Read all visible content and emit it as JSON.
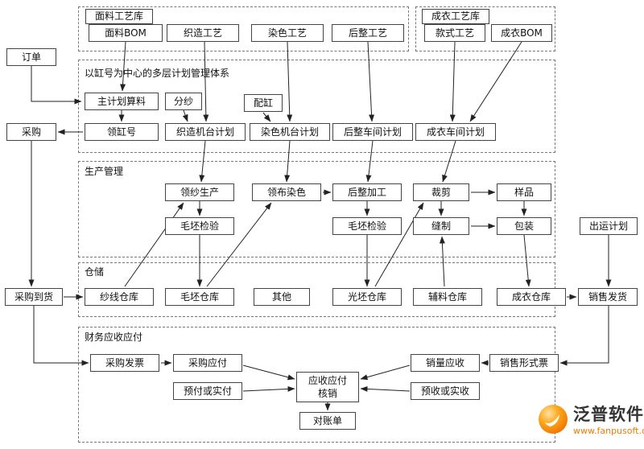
{
  "groups": {
    "fabric_lib": "面料工艺库",
    "garment_lib": "成衣工艺库",
    "plan": "以缸号为中心的多层计划管理体系",
    "production": "生产管理",
    "warehouse": "仓储",
    "finance": "财务应收应付"
  },
  "nodes": {
    "order": "订单",
    "fabric_bom": "面料BOM",
    "weaving_process": "织造工艺",
    "dyeing_process": "染色工艺",
    "finishing_process": "后整工艺",
    "style_process": "款式工艺",
    "garment_bom": "成衣BOM",
    "master_plan": "主计划算料",
    "yarn_split": "分纱",
    "vat_match": "配缸",
    "vat_no": "领缸号",
    "weaving_machine_plan": "织造机台计划",
    "dyeing_machine_plan": "染色机台计划",
    "finishing_workshop_plan": "后整车间计划",
    "garment_workshop_plan": "成衣车间计划",
    "purchase": "采购",
    "yarn_production": "领纱生产",
    "fabric_dyeing": "领布染色",
    "finishing_work": "后整加工",
    "cutting": "裁剪",
    "sample": "样品",
    "grey_inspect_1": "毛坯检验",
    "grey_inspect_2": "毛坯检验",
    "sewing": "缝制",
    "packing": "包装",
    "shipment_plan": "出运计划",
    "yarn_wh": "纱线仓库",
    "grey_wh": "毛坯仓库",
    "other_wh": "其他",
    "finished_grey_wh": "光坯仓库",
    "accessory_wh": "辅料仓库",
    "garment_wh": "成衣仓库",
    "purchase_arrival": "采购到货",
    "sales_delivery": "销售发货",
    "purchase_invoice": "采购发票",
    "purchase_payable": "采购应付",
    "prepay": "预付或实付",
    "verification_line1": "应收应付",
    "verification_line2": "核销",
    "sales_receivable": "销量应收",
    "sales_proforma": "销售形式票",
    "prereceive": "预收或实收",
    "statement": "对账单"
  },
  "edges": [
    {
      "from": "fabric_bom",
      "to": "master_plan"
    },
    {
      "from": "weaving_process",
      "to": "weaving_machine_plan"
    },
    {
      "from": "dyeing_process",
      "to": "dyeing_machine_plan"
    },
    {
      "from": "finishing_process",
      "to": "finishing_workshop_plan"
    },
    {
      "from": "style_process",
      "to": "garment_workshop_plan"
    },
    {
      "from": "garment_bom",
      "to": "garment_workshop_plan"
    },
    {
      "from": "order",
      "to": "master_plan"
    },
    {
      "from": "master_plan",
      "to": "vat_no"
    },
    {
      "from": "yarn_split",
      "to": "weaving_machine_plan"
    },
    {
      "from": "vat_match",
      "to": "dyeing_machine_plan"
    },
    {
      "from": "vat_no",
      "to": "purchase"
    },
    {
      "from": "weaving_machine_plan",
      "to": "yarn_production"
    },
    {
      "from": "dyeing_machine_plan",
      "to": "fabric_dyeing"
    },
    {
      "from": "finishing_workshop_plan",
      "to": "finishing_work"
    },
    {
      "from": "garment_workshop_plan",
      "to": "cutting"
    },
    {
      "from": "purchase",
      "to": "purchase_arrival"
    },
    {
      "from": "yarn_production",
      "to": "grey_inspect_1"
    },
    {
      "from": "grey_inspect_1",
      "to": "grey_wh"
    },
    {
      "from": "fabric_dyeing",
      "to": "finishing_work"
    },
    {
      "from": "grey_wh",
      "to": "fabric_dyeing"
    },
    {
      "from": "yarn_wh",
      "to": "yarn_production"
    },
    {
      "from": "finishing_work",
      "to": "grey_inspect_2"
    },
    {
      "from": "grey_inspect_2",
      "to": "finished_grey_wh"
    },
    {
      "from": "finished_grey_wh",
      "to": "cutting"
    },
    {
      "from": "cutting",
      "to": "sewing"
    },
    {
      "from": "cutting",
      "to": "sample"
    },
    {
      "from": "sample",
      "to": "packing"
    },
    {
      "from": "sewing",
      "to": "packing"
    },
    {
      "from": "packing",
      "to": "garment_wh"
    },
    {
      "from": "accessory_wh",
      "to": "sewing"
    },
    {
      "from": "garment_wh",
      "to": "sales_delivery"
    },
    {
      "from": "shipment_plan",
      "to": "sales_delivery"
    },
    {
      "from": "purchase_arrival",
      "to": "yarn_wh"
    },
    {
      "from": "purchase_arrival",
      "to": "purchase_invoice"
    },
    {
      "from": "purchase_invoice",
      "to": "purchase_payable"
    },
    {
      "from": "purchase_payable",
      "to": "verification"
    },
    {
      "from": "prepay",
      "to": "verification"
    },
    {
      "from": "sales_receivable",
      "to": "verification"
    },
    {
      "from": "prereceive",
      "to": "verification"
    },
    {
      "from": "sales_proforma",
      "to": "sales_receivable"
    },
    {
      "from": "sales_delivery",
      "to": "sales_proforma"
    },
    {
      "from": "verification",
      "to": "statement"
    }
  ],
  "logo": {
    "brand": "泛普软件",
    "url": "www.fanpusoft.com"
  },
  "colors": {
    "accent_orange": "#f07d00",
    "line": "#222222",
    "box_border": "#444444"
  }
}
